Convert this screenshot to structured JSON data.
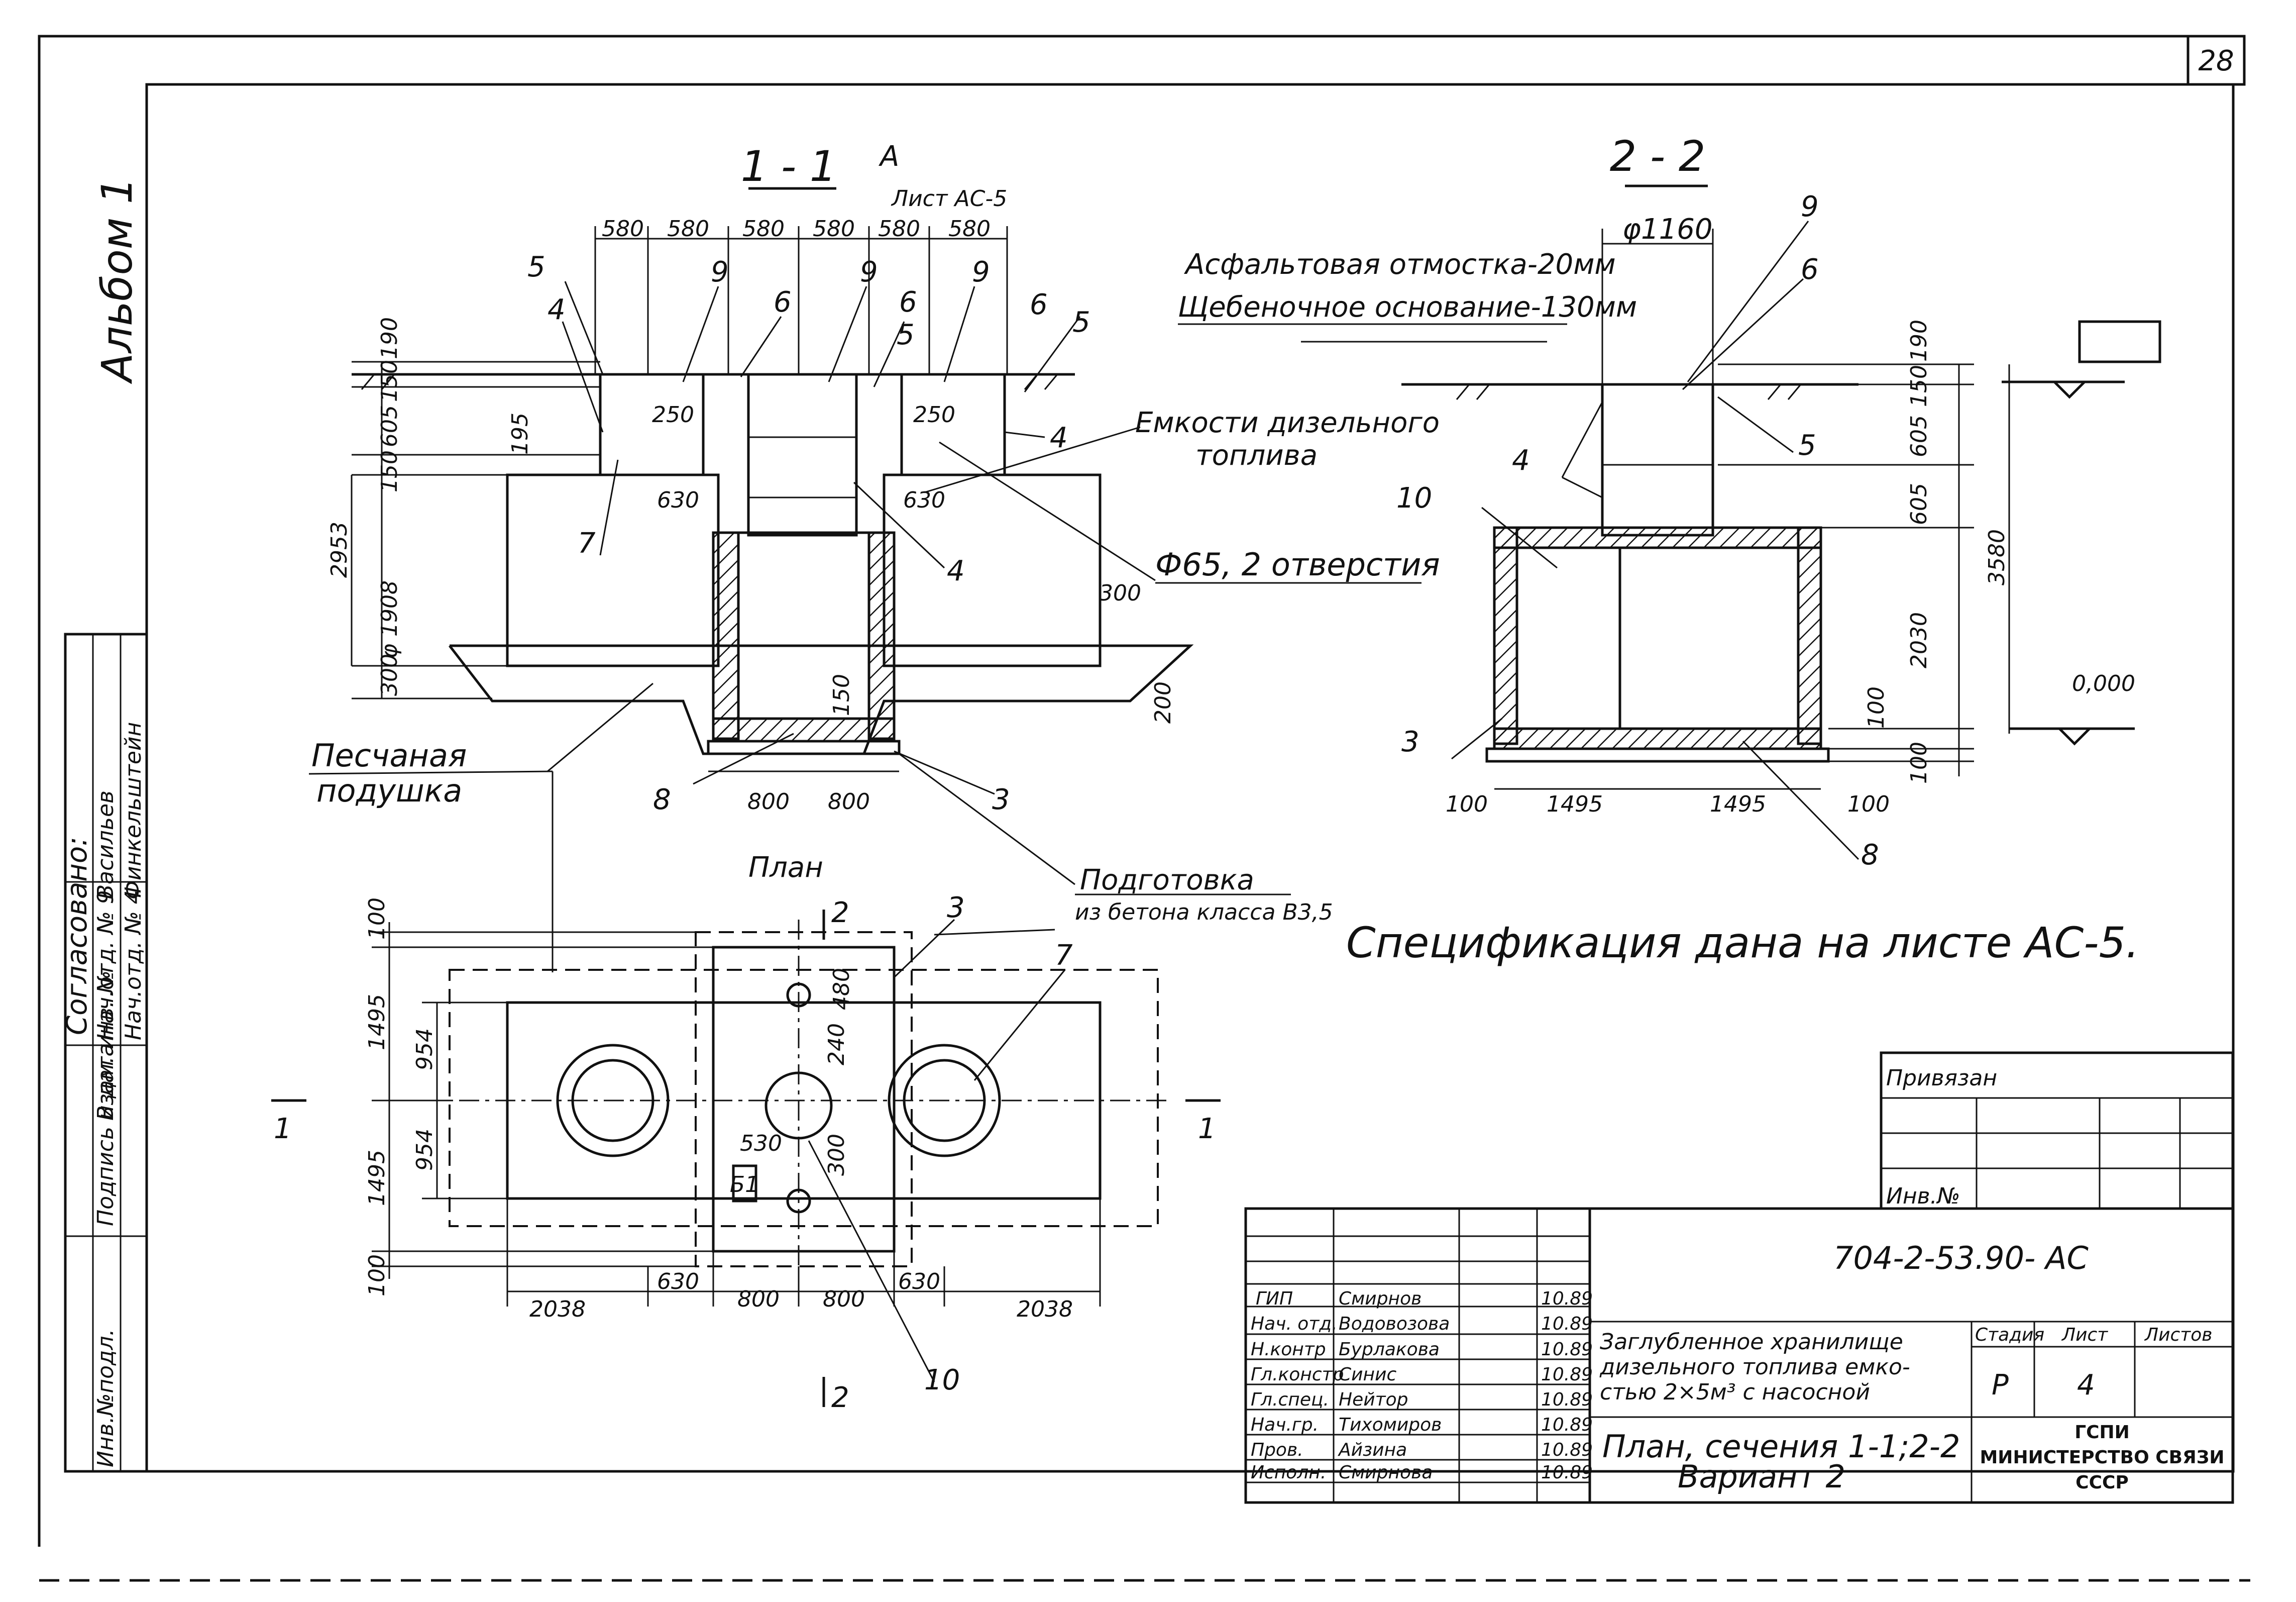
{
  "sheet": {
    "page_number": "28",
    "album_label": "Альбом 1"
  },
  "section_1_1": {
    "title": "1 - 1",
    "sheet_ref_marker": "А",
    "sheet_ref": "Лист АС-5",
    "dims_top": [
      "580",
      "580",
      "580",
      "580",
      "580",
      "580"
    ],
    "dims_left": [
      "190",
      "150",
      "605",
      "195",
      "150",
      "2953",
      "φ 1908",
      "300"
    ],
    "dims_inner": [
      "250",
      "250",
      "630",
      "630",
      "300",
      "150",
      "200"
    ],
    "dims_bottom": [
      "800",
      "800"
    ],
    "callouts": [
      "5",
      "4",
      "9",
      "6",
      "9",
      "6",
      "5",
      "9",
      "6",
      "5",
      "4",
      "7",
      "4",
      "8",
      "3"
    ],
    "tank_label_line1": "Емкости дизельного",
    "tank_label_line2": "топлива",
    "holes_label": "Ф65, 2 отверстия",
    "sand_label_line1": "Песчаная",
    "sand_label_line2": "подушка",
    "concrete_label_line1": "Подготовка",
    "concrete_label_line2": "из бетона класса В3,5"
  },
  "section_2_2": {
    "title": "2 - 2",
    "dia_top": "φ1160",
    "asphalt_label": "Асфальтовая отмостка-20мм",
    "gravel_label": "Щебеночное основание-130мм",
    "dims_right": [
      "190",
      "150",
      "605",
      "605",
      "2030",
      "100",
      "100",
      "3580"
    ],
    "dims_bottom": [
      "100",
      "1495",
      "1495",
      "100"
    ],
    "elevation": "0,000",
    "callouts": [
      "9",
      "6",
      "4",
      "10",
      "5",
      "3",
      "8"
    ]
  },
  "plan": {
    "title": "План",
    "dims_left": [
      "100",
      "1495",
      "954",
      "954",
      "1495",
      "100"
    ],
    "dims_bottom": [
      "2038",
      "630",
      "800",
      "800",
      "630",
      "2038"
    ],
    "dims_inner": [
      "480",
      "240",
      "530",
      "300"
    ],
    "section_markers": [
      "2",
      "2",
      "1",
      "1"
    ],
    "callouts": [
      "3",
      "7",
      "10"
    ],
    "tag": "Б1"
  },
  "spec_note": "Спецификация дана на листе АС-5.",
  "approval": {
    "heading": "Согласовано:",
    "rows": [
      {
        "role": "Нач.отд. № 9",
        "name": "Васильев"
      },
      {
        "role": "Нач.отд. № 4",
        "name": "Финкельштейн"
      }
    ]
  },
  "left_strip": [
    "Инв.№подл.",
    "Подпись и дата",
    "Взам. инв. №"
  ],
  "binding": {
    "label": "Привязан",
    "inv_label": "Инв.№"
  },
  "title_block": {
    "doc_code": "704-2-53.90- АС",
    "staff": [
      {
        "role": "ГИП",
        "name": "Смирнов",
        "date": "10.89"
      },
      {
        "role": "Нач. отд.",
        "name": "Водовозова",
        "date": "10.89"
      },
      {
        "role": "Н.контр",
        "name": "Бурлакова",
        "date": "10.89"
      },
      {
        "role": "Гл.констр",
        "name": "Синис",
        "date": "10.89"
      },
      {
        "role": "Гл.спец.",
        "name": "Нейтор",
        "date": "10.89"
      },
      {
        "role": "Нач.гр.",
        "name": "Тихомиров",
        "date": "10.89"
      },
      {
        "role": "Пров.",
        "name": "Айзина",
        "date": "10.89"
      },
      {
        "role": "Исполн.",
        "name": "Смирнова",
        "date": "10.89"
      }
    ],
    "object_line1": "Заглубленное хранилище",
    "object_line2": "дизельного топлива емко-",
    "object_line3": "стью 2×5м³ с насосной",
    "stage_header": "Стадия",
    "sheet_header": "Лист",
    "sheets_header": "Листов",
    "stage": "Р",
    "sheet_no": "4",
    "sheet_title_line1": "План, сечения 1-1;2-2",
    "sheet_title_line2": "Вариант 2",
    "org_line1": "ГСПИ",
    "org_line2": "МИНИСТЕРСТВО СВЯЗИ",
    "org_line3": "СССР"
  }
}
